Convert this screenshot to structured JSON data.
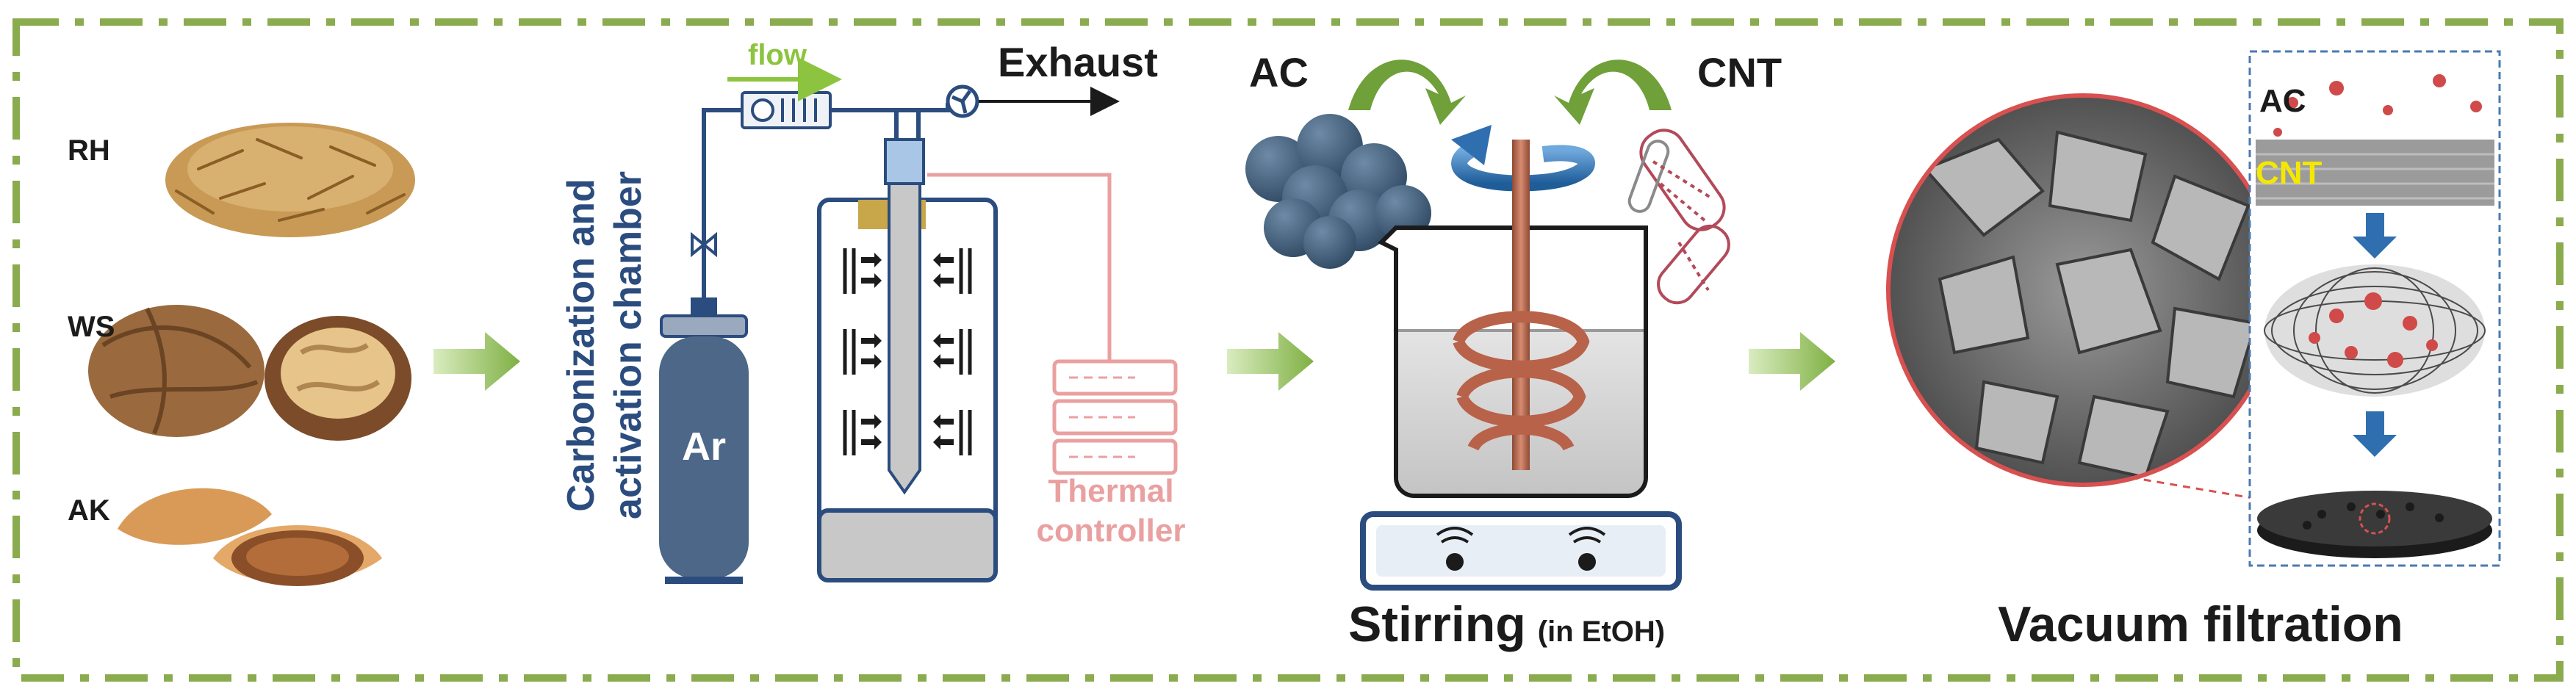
{
  "colors": {
    "frame": "#8aab4e",
    "accent_green": "#8dc43f",
    "navy": "#2b4c7e",
    "pink": "#eaa0a0",
    "gray_fill": "#c8c8c8",
    "dark": "#1b1b1b",
    "carbon_ball": "#3b5570",
    "copper": "#c0725a"
  },
  "biomass": {
    "rh": "RH",
    "ws": "WS",
    "ak": "AK"
  },
  "reactor": {
    "flow_label": "flow",
    "exhaust_label": "Exhaust",
    "chamber_label_line1": "Carbonization and",
    "chamber_label_line2": "activation chamber",
    "gas_label": "Ar",
    "controller_line1": "Thermal",
    "controller_line2": "controller"
  },
  "mixing": {
    "ac_label": "AC",
    "cnt_label": "CNT",
    "stirring_label": "Stirring",
    "solvent_label": "(in EtOH)"
  },
  "filtration": {
    "ac_label": "AC",
    "cnt_label": "CNT",
    "title": "Vacuum filtration"
  },
  "icons": [
    "green-arrow-icon",
    "gas-cylinder-icon",
    "flow-meter-icon",
    "valve-icon",
    "fan-icon",
    "thermal-controller-icon",
    "beaker-icon",
    "stirrer-icon",
    "hot-plate-icon",
    "rotation-arrow-icon",
    "sem-image",
    "membrane-disc-icon"
  ]
}
